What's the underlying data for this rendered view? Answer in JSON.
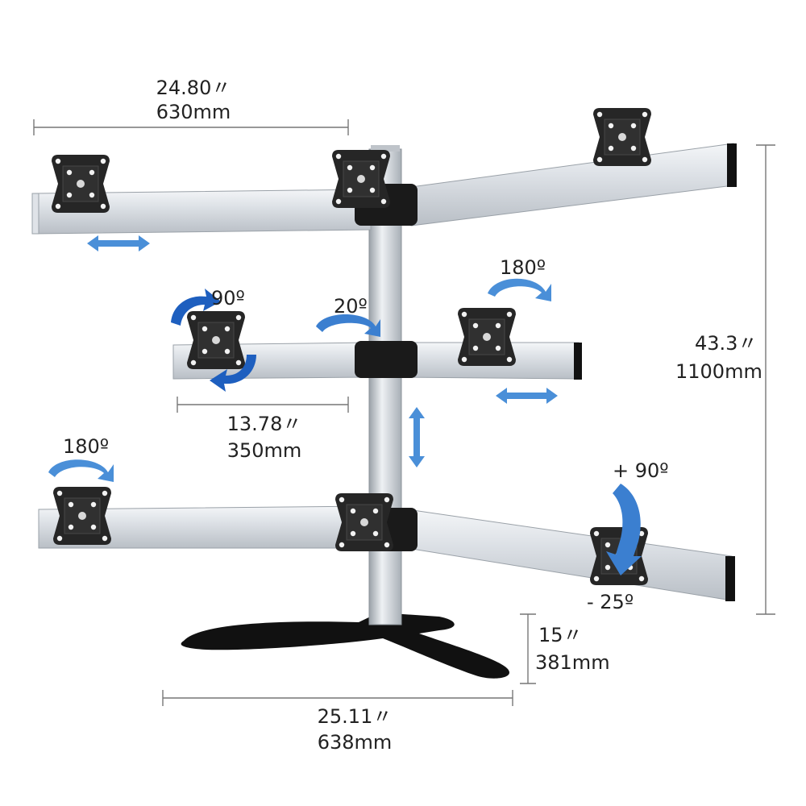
{
  "dimensions": {
    "top_arm_width": {
      "inches": "24.80〃",
      "mm": "630mm"
    },
    "middle_arm_width": {
      "inches": "13.78〃",
      "mm": "350mm"
    },
    "total_height": {
      "inches": "43.3〃",
      "mm": "1100mm"
    },
    "base_depth": {
      "inches": "15〃",
      "mm": "381mm"
    },
    "base_width": {
      "inches": "25.11〃",
      "mm": "638mm"
    }
  },
  "rotations": {
    "middle_left": "90º",
    "middle_swivel": "20º",
    "middle_right": "180º",
    "bottom_left": "180º",
    "tilt_up": "+ 90º",
    "tilt_down": "- 25º"
  },
  "colors": {
    "arm": "#d9dde2",
    "mount": "#262626",
    "motion_arrow": "#4a8fd8",
    "rotate_arrow": "#1e5fbf",
    "dim_line": "#777777",
    "text": "#222222"
  }
}
